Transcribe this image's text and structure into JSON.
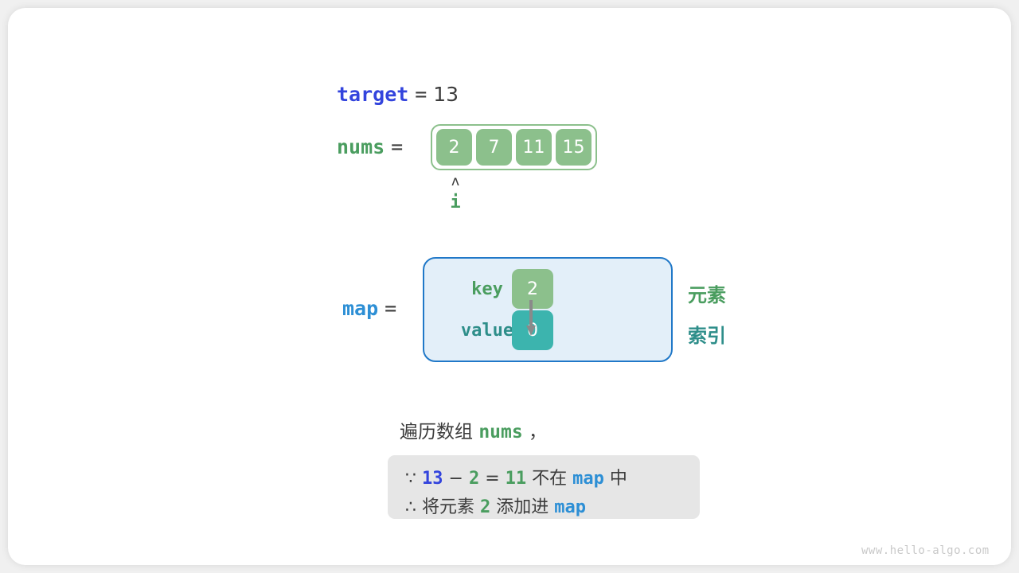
{
  "target": {
    "label": "target",
    "equals": "=",
    "value": "13"
  },
  "nums": {
    "label": "nums",
    "equals": "=",
    "cells": [
      "2",
      "7",
      "11",
      "15"
    ],
    "pointer": {
      "caret": "ʌ",
      "label": "i",
      "index": 0
    }
  },
  "map": {
    "label": "map",
    "equals": "=",
    "key_label": "key",
    "value_label": "value",
    "key_chip": "2",
    "value_chip": "0",
    "legend_element": "元素",
    "legend_index": "索引"
  },
  "caption": {
    "text_before": "遍历数组",
    "code": "nums",
    "text_after": "，"
  },
  "note": {
    "line1": {
      "because_symbol": "∵",
      "a": "13",
      "minus": "−",
      "b": "2",
      "equals": "=",
      "result": "11",
      "text_mid": "不在",
      "code": "map",
      "text_end": "中"
    },
    "line2": {
      "therefore_symbol": "∴",
      "text_before": "将元素",
      "value": "2",
      "text_mid": "添加进",
      "code": "map"
    }
  },
  "watermark": "www.hello-algo.com",
  "colors": {
    "blue": "#3344dd",
    "green": "#4a9d5f",
    "teal": "#2e8e8a",
    "light_blue": "#2d8fd5",
    "cell_green": "#8cc08c",
    "chip_teal": "#3cb4ae",
    "map_bg": "#e3eff9",
    "map_border": "#2078c8",
    "note_bg": "#e6e6e6"
  }
}
